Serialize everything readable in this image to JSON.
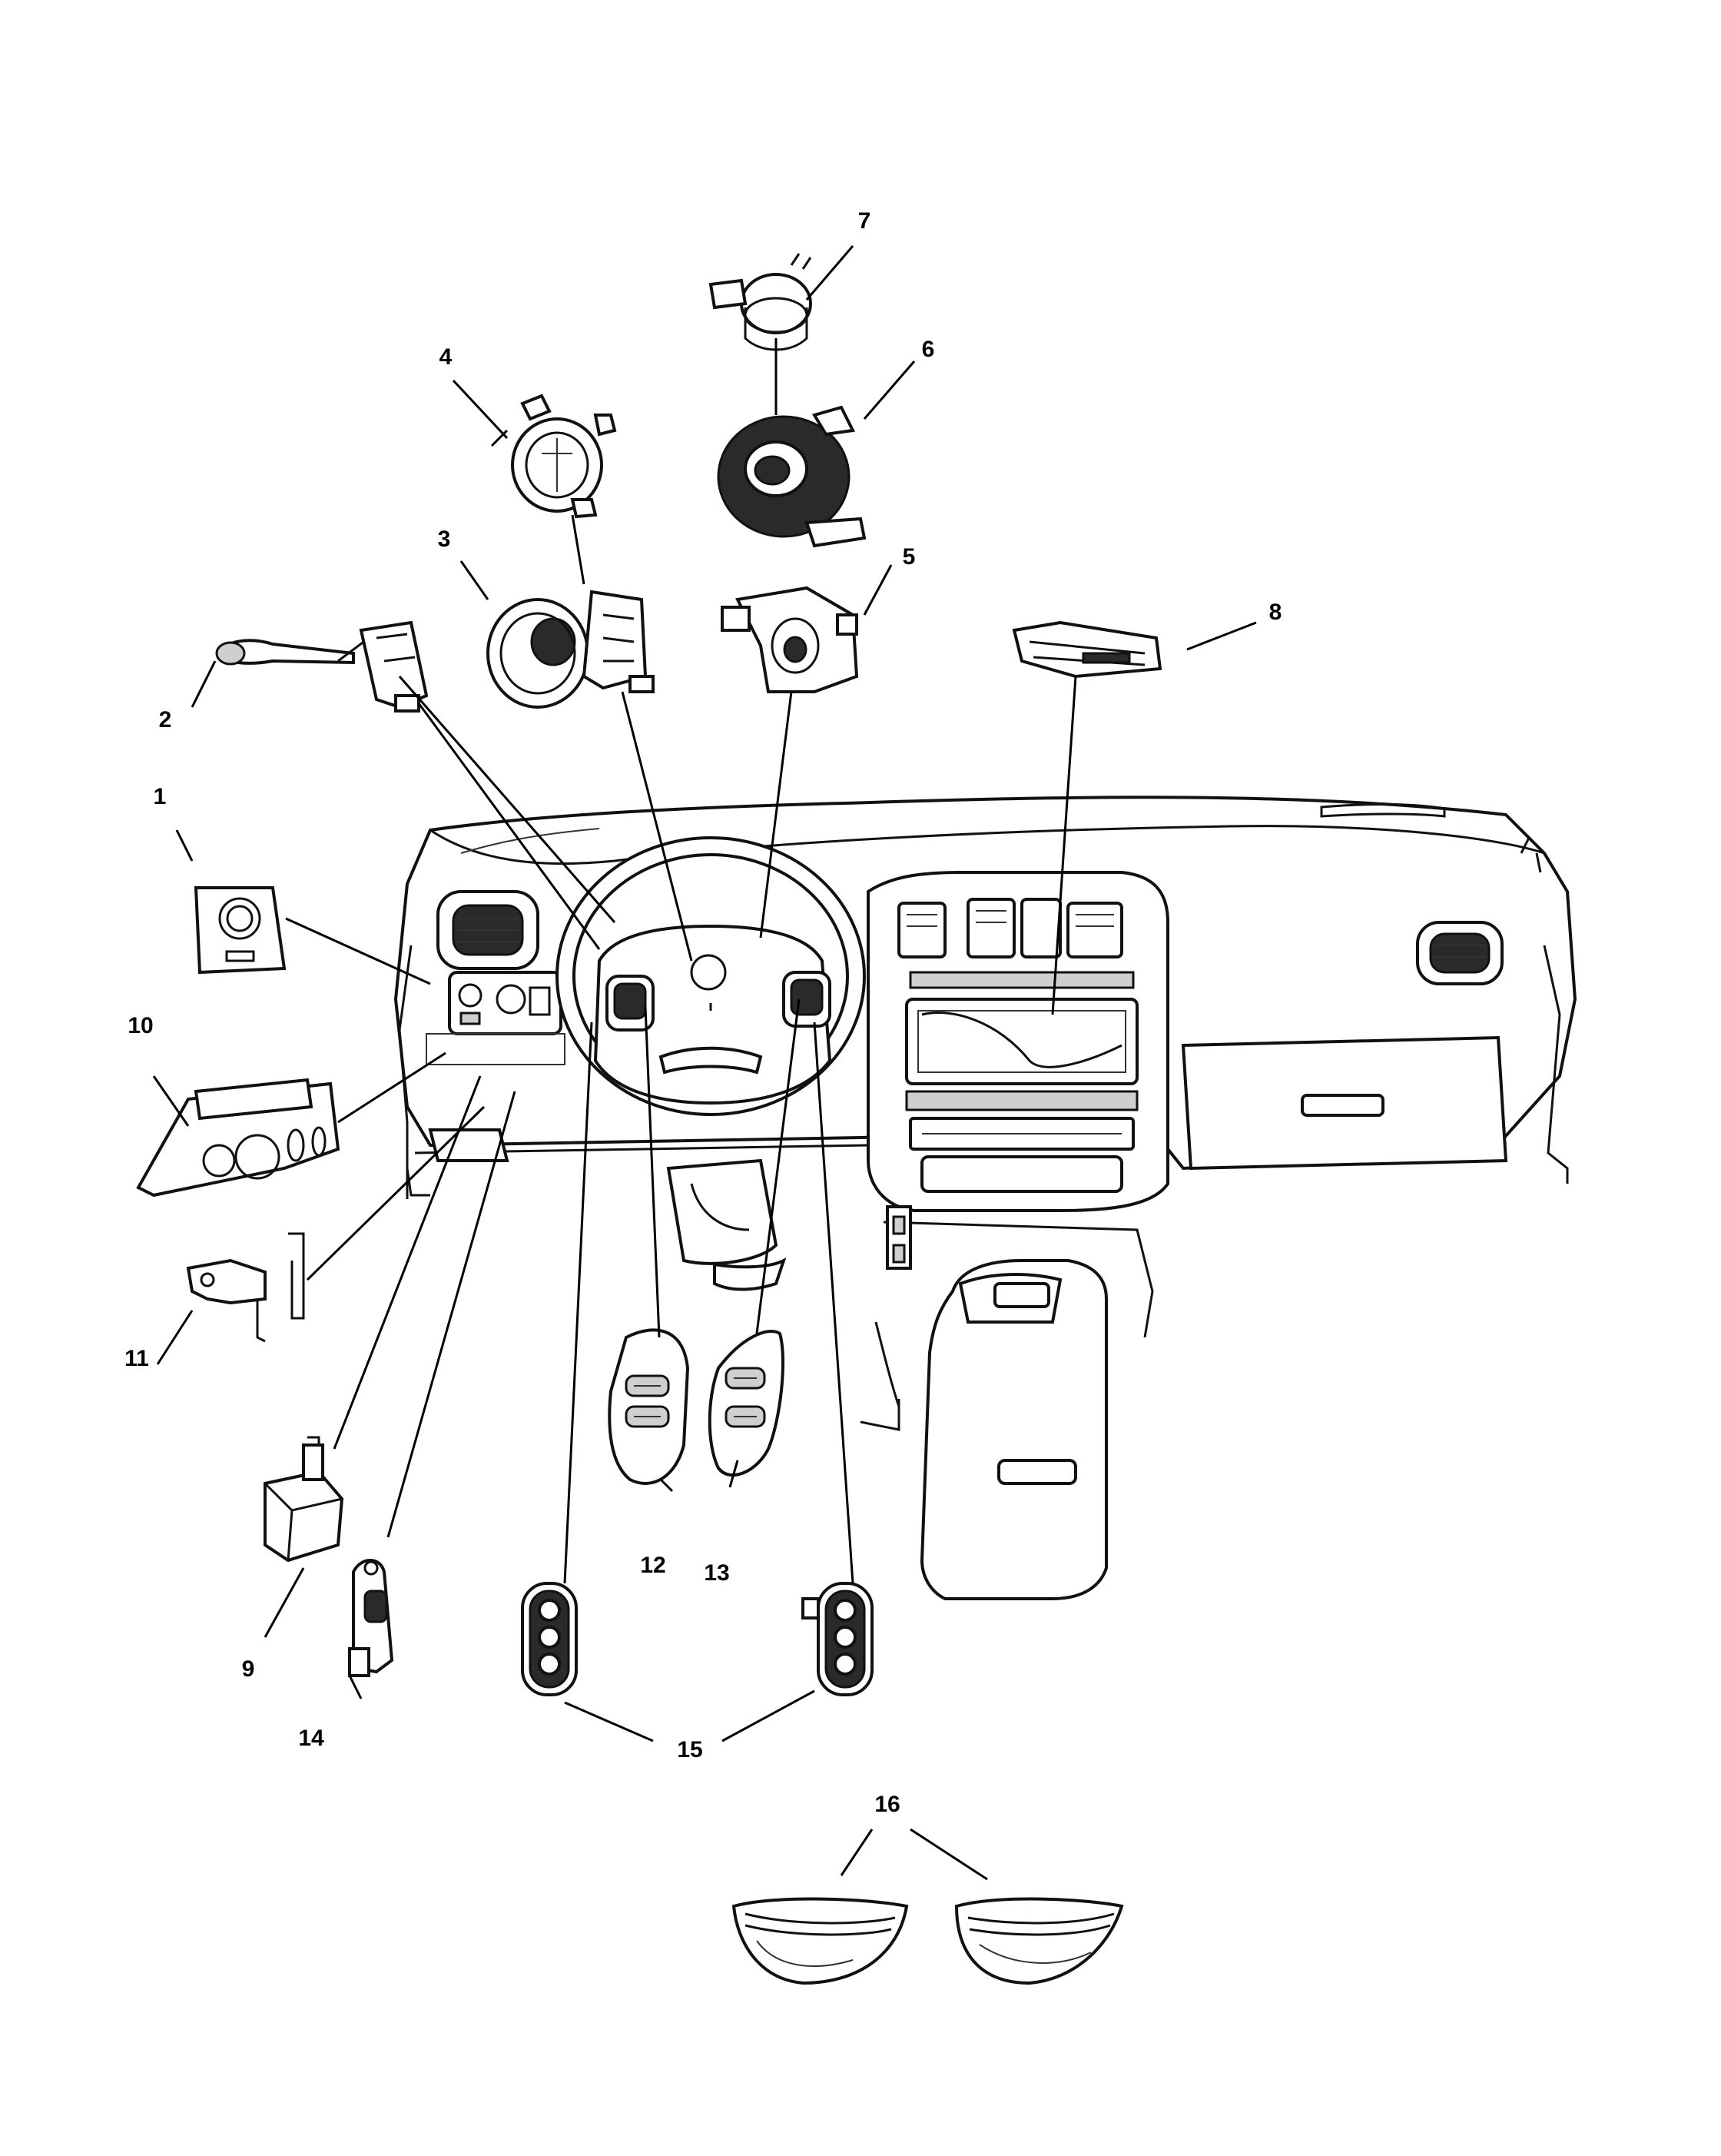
{
  "callouts": [
    "1",
    "2",
    "3",
    "4",
    "5",
    "6",
    "7",
    "8",
    "9",
    "10",
    "11",
    "12",
    "13",
    "14",
    "15",
    "16"
  ],
  "colors": {
    "ink": "#111111",
    "paper": "#ffffff",
    "shade": "#2a2a2a"
  }
}
